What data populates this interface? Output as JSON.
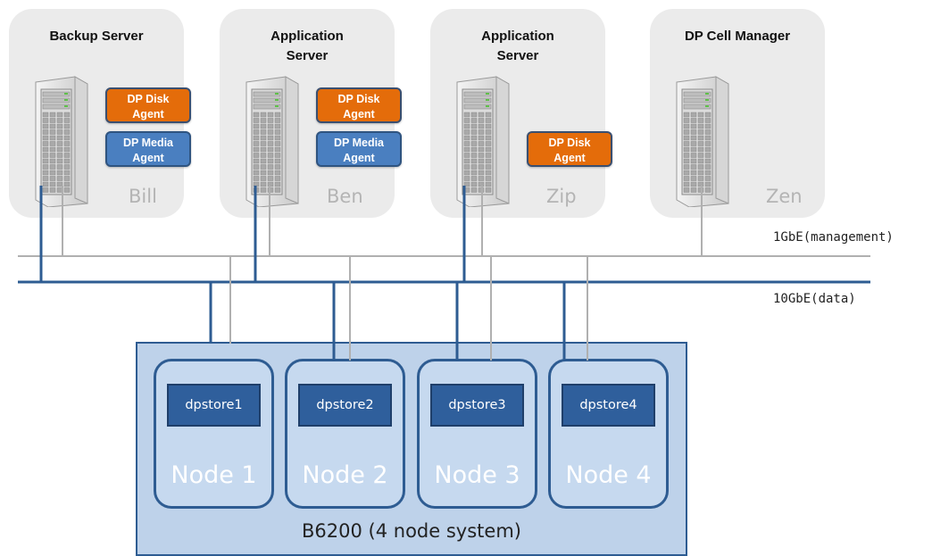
{
  "servers": [
    {
      "title": "Backup Server",
      "host": "Bill",
      "icon": "server-tower-icon"
    },
    {
      "title": "Application\nServer",
      "host": "Ben",
      "icon": "server-tower-icon"
    },
    {
      "title": "Application\nServer",
      "host": "Zip",
      "icon": "server-tower-icon"
    },
    {
      "title": "DP Cell Manager",
      "host": "Zen",
      "icon": "server-tower-icon"
    }
  ],
  "agents": {
    "bill_disk": "DP Disk\nAgent",
    "bill_media": "DP Media\nAgent",
    "ben_disk": "DP Disk\nAgent",
    "ben_media": "DP Media\nAgent",
    "zip_disk": "DP Disk\nAgent"
  },
  "networks": {
    "management": "1GbE(management)",
    "data": "10GbE(data)"
  },
  "system": {
    "label": "B6200 (4 node system)",
    "nodes": [
      {
        "store": "dpstore1",
        "label": "Node 1"
      },
      {
        "store": "dpstore2",
        "label": "Node 2"
      },
      {
        "store": "dpstore3",
        "label": "Node 3"
      },
      {
        "store": "dpstore4",
        "label": "Node 4"
      }
    ]
  },
  "colors": {
    "disk_agent": "#e46c0a",
    "media_agent": "#4a7fc0",
    "data_network": "#2e5c92",
    "management_network": "#b0b0b0",
    "system_fill": "#bed2ea"
  }
}
